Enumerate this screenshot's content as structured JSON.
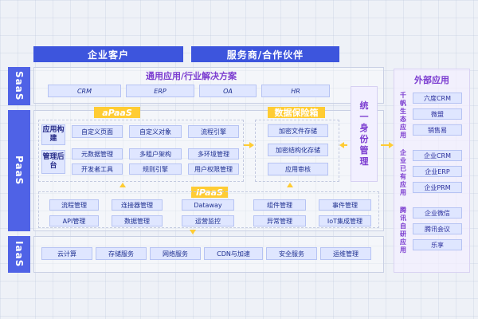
{
  "top": {
    "enterprise_customer": "企业客户",
    "partner": "服务商/合作伙伴"
  },
  "layers": {
    "saas": "SaaS",
    "paas": "PaaS",
    "iaas": "IaaS"
  },
  "saas": {
    "title": "通用应用/行业解决方案",
    "items": [
      "CRM",
      "ERP",
      "OA",
      "HR"
    ]
  },
  "apaas": {
    "tag": "aPaaS",
    "group1_label": "应用构建",
    "group2_label": "管理后台",
    "group1": [
      "自定义页面",
      "自定义对象",
      "流程引擎"
    ],
    "group2_row1": [
      "元数据管理",
      "多租户架构",
      "多环境管理"
    ],
    "group2_row2": [
      "开发者工具",
      "规则引擎",
      "用户权限管理"
    ]
  },
  "data_security": {
    "tag": "数据保险箱",
    "items": [
      "加密文件存储",
      "加密结构化存储",
      "应用审核"
    ]
  },
  "identity": {
    "label": "统一身份管理"
  },
  "ipaas": {
    "tag": "iPaaS",
    "row1": [
      "流程管理",
      "连接器管理",
      "Dataway",
      "组件管理",
      "事件管理"
    ],
    "row2": [
      "API管理",
      "数据管理",
      "运营监控",
      "异常管理",
      "IoT集成管理"
    ]
  },
  "iaas": {
    "items": [
      "云计算",
      "存储服务",
      "网络服务",
      "CDN与加速",
      "安全服务",
      "运维管理"
    ]
  },
  "external": {
    "title": "外部应用",
    "group1_label": "千帆生态应用",
    "group1": [
      "六度CRM",
      "微盟",
      "销售易"
    ],
    "group2_label": "企业已有应用",
    "group2": [
      "企业CRM",
      "企业ERP",
      "企业PRM"
    ],
    "group3_label": "腾讯自研应用",
    "group3": [
      "企业微信",
      "腾讯会议",
      "乐享"
    ]
  }
}
